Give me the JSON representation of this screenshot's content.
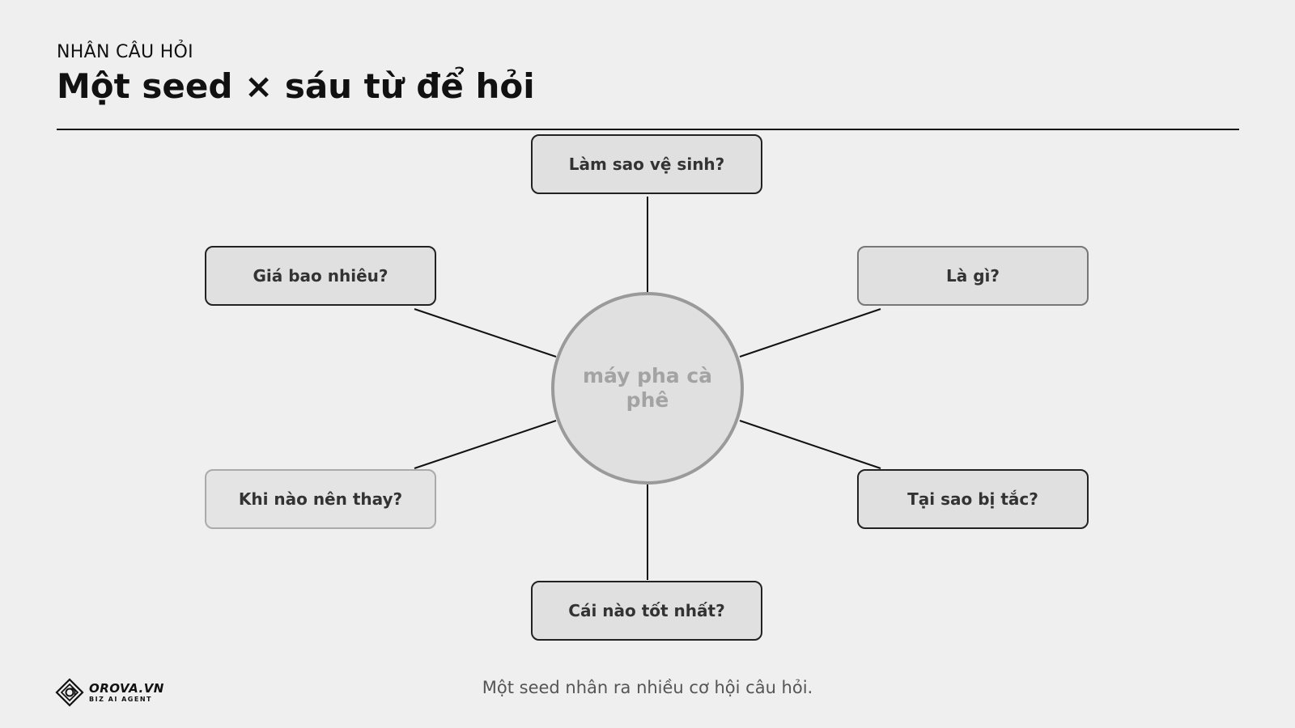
{
  "header": {
    "eyebrow": "NHÂN CÂU HỎI",
    "title": "Một seed × sáu từ để hỏi"
  },
  "diagram": {
    "center": "máy pha cà phê",
    "nodes": {
      "top": "Làm sao vệ sinh?",
      "upper_left": "Giá bao nhiêu?",
      "upper_right": "Là gì?",
      "lower_left": "Khi nào nên thay?",
      "lower_right": "Tại sao bị tắc?",
      "bottom": "Cái nào tốt nhất?"
    }
  },
  "footer": {
    "caption": "Một seed nhân ra nhiều cơ hội câu hỏi.",
    "logo_name": "OROVA.VN",
    "logo_tagline": "BIZ AI AGENT"
  }
}
